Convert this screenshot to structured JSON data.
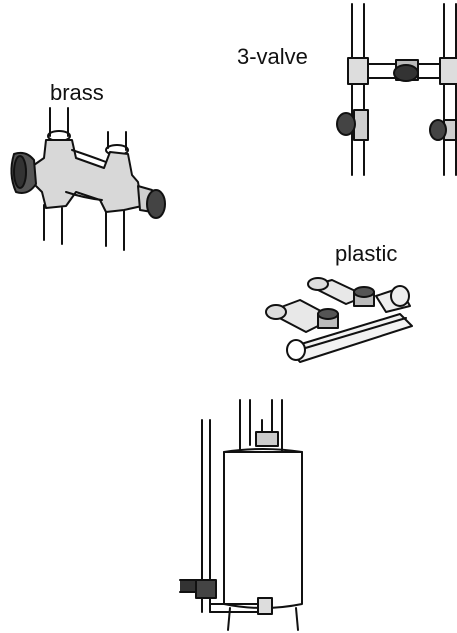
{
  "labels": {
    "brass": "brass",
    "three_valve": "3-valve",
    "plastic": "plastic"
  },
  "colors": {
    "ink": "#111111",
    "background": "#ffffff"
  }
}
